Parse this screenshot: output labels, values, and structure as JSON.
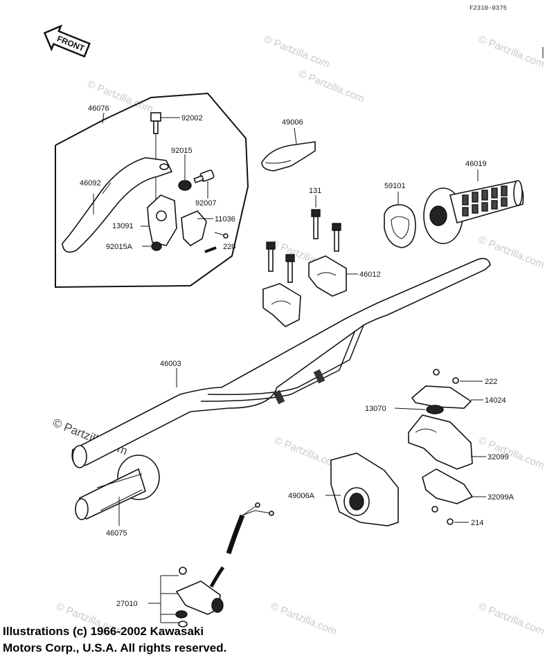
{
  "ref_code": "F2310-0375",
  "front_label": "FRONT",
  "watermark": "© Partzilla.com",
  "copyright": {
    "line1": "Illustrations (c) 1966-2002 Kawasaki",
    "line2": "Motors Corp., U.S.A.  All rights reserved."
  },
  "parts": [
    {
      "id": "46076",
      "label": "46076"
    },
    {
      "id": "92002",
      "label": "92002"
    },
    {
      "id": "92015",
      "label": "92015"
    },
    {
      "id": "46092",
      "label": "46092"
    },
    {
      "id": "92007",
      "label": "92007"
    },
    {
      "id": "11036",
      "label": "11036"
    },
    {
      "id": "13091",
      "label": "13091"
    },
    {
      "id": "92015A",
      "label": "92015A"
    },
    {
      "id": "220",
      "label": "220"
    },
    {
      "id": "49006",
      "label": "49006"
    },
    {
      "id": "131",
      "label": "131"
    },
    {
      "id": "59101",
      "label": "59101"
    },
    {
      "id": "46019",
      "label": "46019"
    },
    {
      "id": "46012",
      "label": "46012"
    },
    {
      "id": "46003",
      "label": "46003"
    },
    {
      "id": "222",
      "label": "222"
    },
    {
      "id": "13070",
      "label": "13070"
    },
    {
      "id": "14024",
      "label": "14024"
    },
    {
      "id": "32099",
      "label": "32099"
    },
    {
      "id": "49006A",
      "label": "49006A"
    },
    {
      "id": "32099A",
      "label": "32099A"
    },
    {
      "id": "214",
      "label": "214"
    },
    {
      "id": "46075",
      "label": "46075"
    },
    {
      "id": "27010",
      "label": "27010"
    }
  ]
}
